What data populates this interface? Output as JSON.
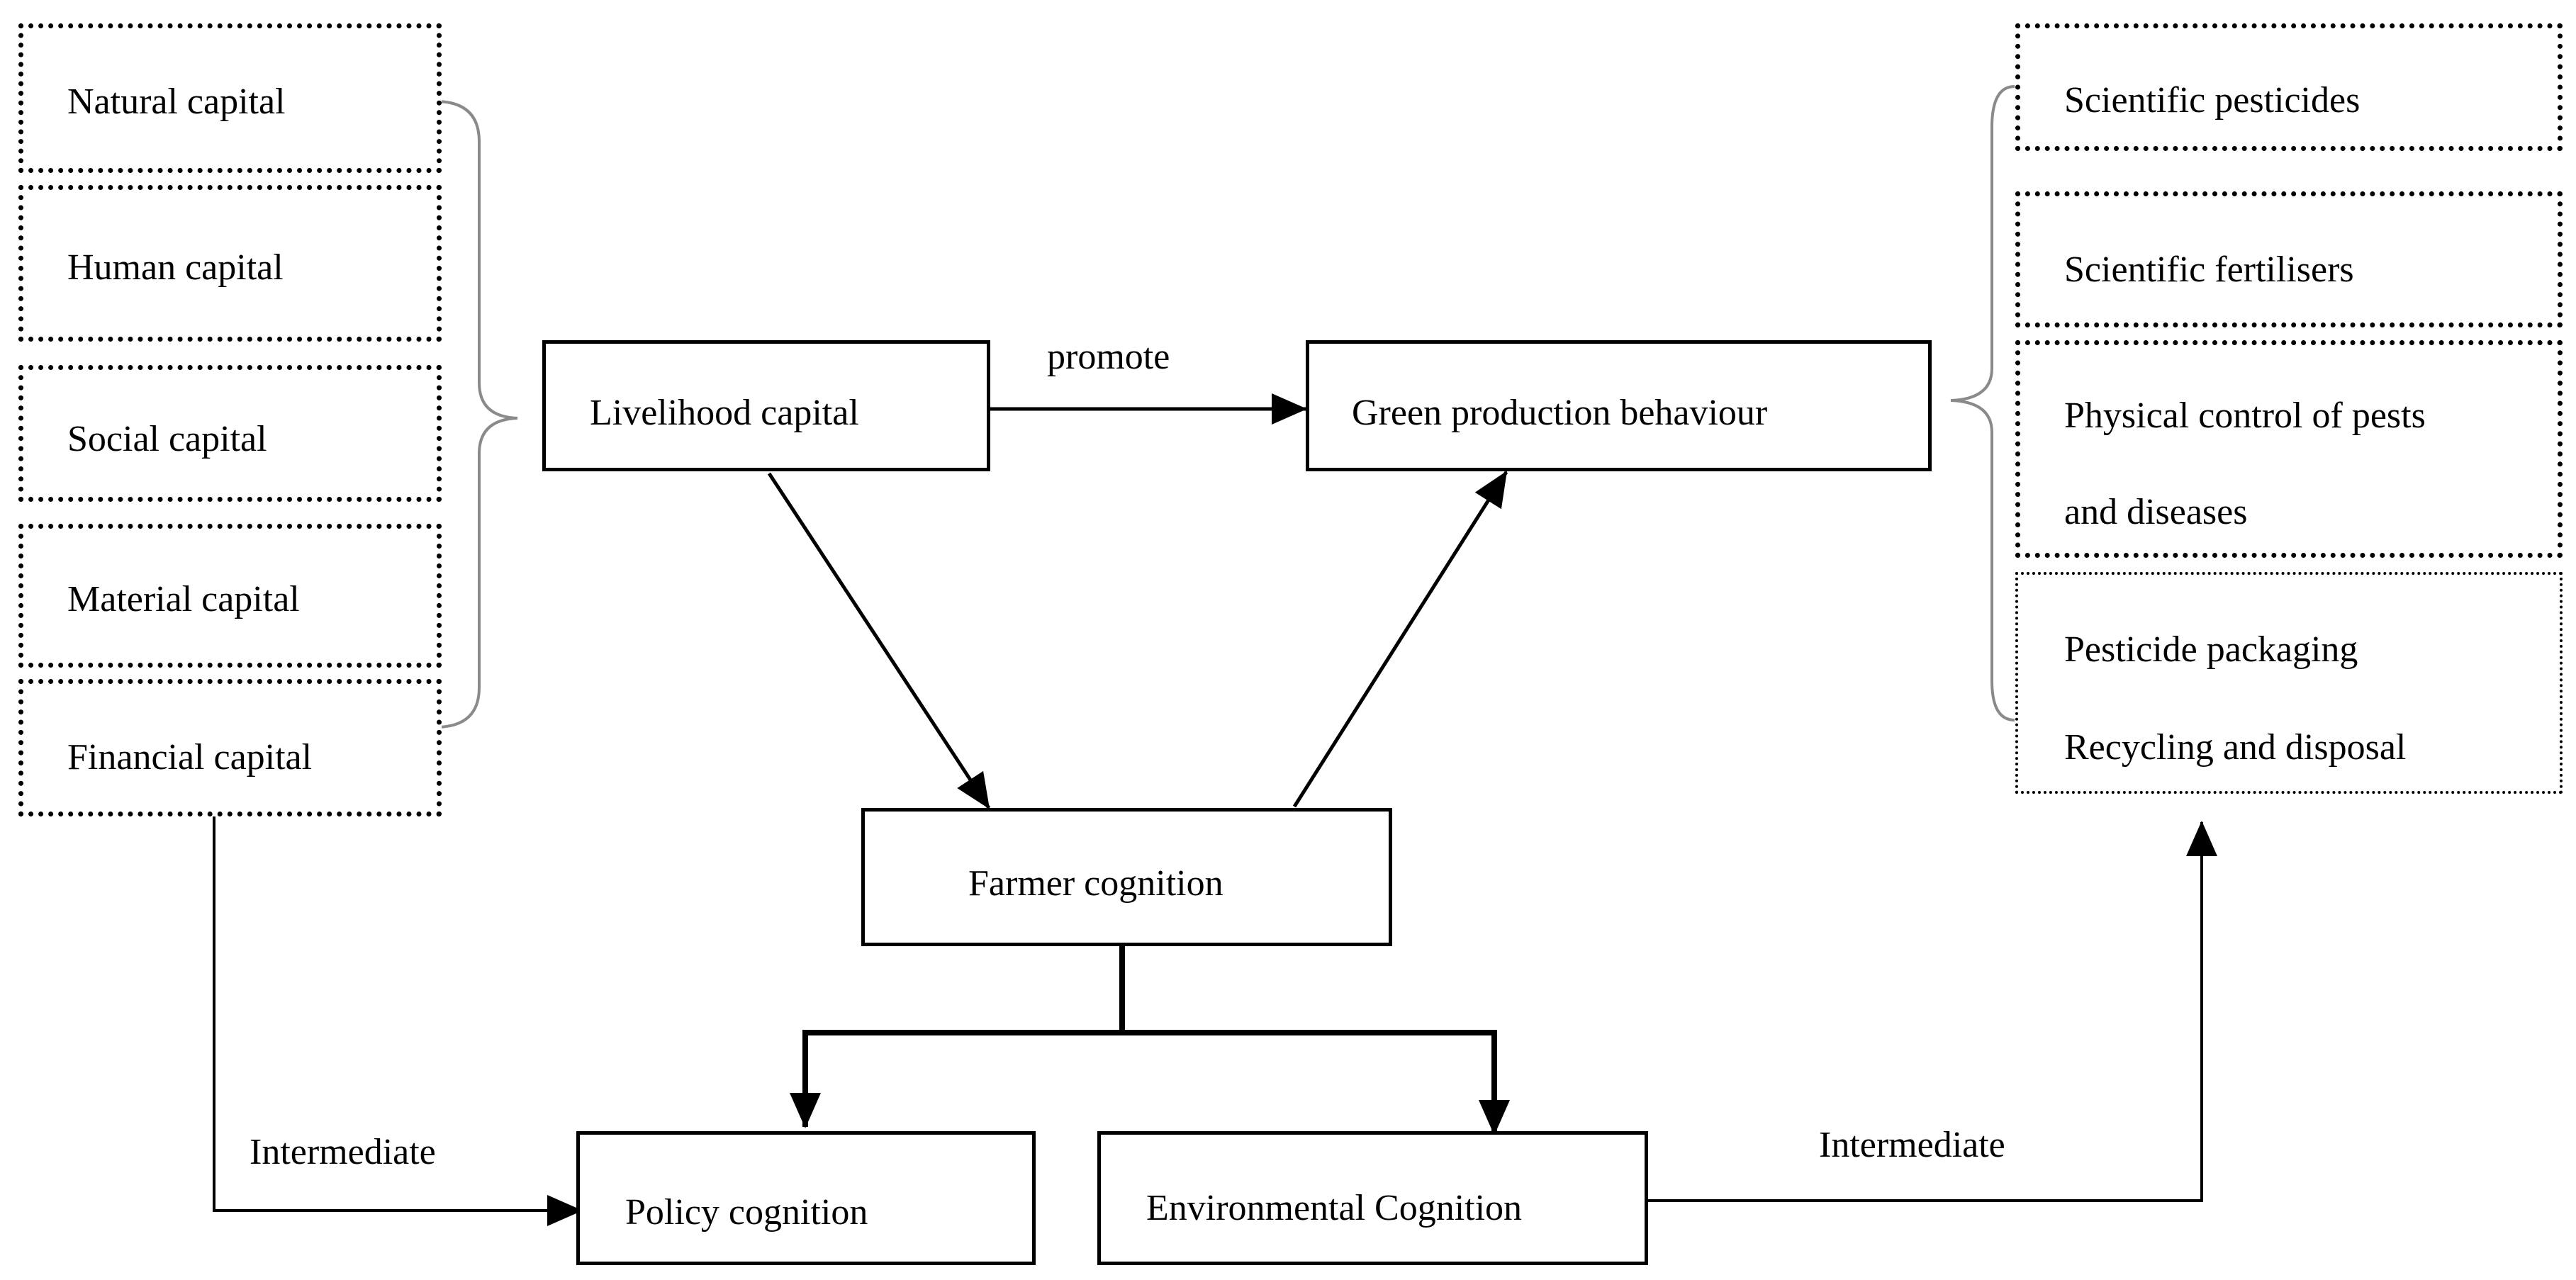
{
  "capitals": [
    {
      "id": "natural",
      "label": "Natural capital"
    },
    {
      "id": "human",
      "label": "Human capital"
    },
    {
      "id": "social",
      "label": "Social capital"
    },
    {
      "id": "material",
      "label": "Material capital"
    },
    {
      "id": "financial",
      "label": "Financial capital"
    }
  ],
  "center": {
    "livelihood": "Livelihood capital",
    "green": "Green production behaviour",
    "farmer": "Farmer cognition",
    "policy": "Policy cognition",
    "environmental": "Environmental Cognition"
  },
  "behaviours": [
    {
      "id": "pesticides",
      "lines": [
        "Scientific pesticides"
      ]
    },
    {
      "id": "fertilisers",
      "lines": [
        "Scientific fertilisers"
      ]
    },
    {
      "id": "physical",
      "lines": [
        "Physical control of pests",
        "and diseases"
      ]
    },
    {
      "id": "packaging",
      "lines": [
        "Pesticide packaging",
        "Recycling and disposal"
      ]
    }
  ],
  "edge_labels": {
    "promote": "promote",
    "intermediate_left": "Intermediate",
    "intermediate_right": "Intermediate"
  }
}
